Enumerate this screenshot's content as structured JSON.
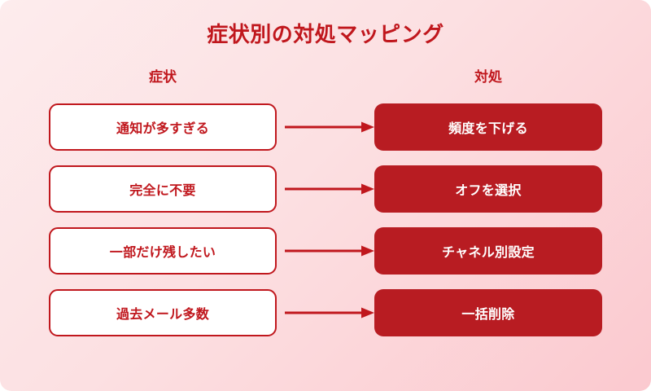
{
  "diagram": {
    "title": "症状別の対処マッピング",
    "headers": {
      "left": "症状",
      "right": "対処"
    },
    "colors": {
      "accent": "#c0171d",
      "action_fill": "#b81c22",
      "symptom_fill": "#ffffff",
      "background_start": "#fdeced",
      "background_end": "#fbc9cf",
      "arrow": "#c0171d"
    },
    "rows": [
      {
        "symptom": "通知が多すぎる",
        "action": "頻度を下げる",
        "connector": "arrow-right-icon"
      },
      {
        "symptom": "完全に不要",
        "action": "オフを選択",
        "connector": "arrow-right-icon"
      },
      {
        "symptom": "一部だけ残したい",
        "action": "チャネル別設定",
        "connector": "arrow-right-icon"
      },
      {
        "symptom": "過去メール多数",
        "action": "一括削除",
        "connector": "arrow-right-icon"
      }
    ]
  }
}
